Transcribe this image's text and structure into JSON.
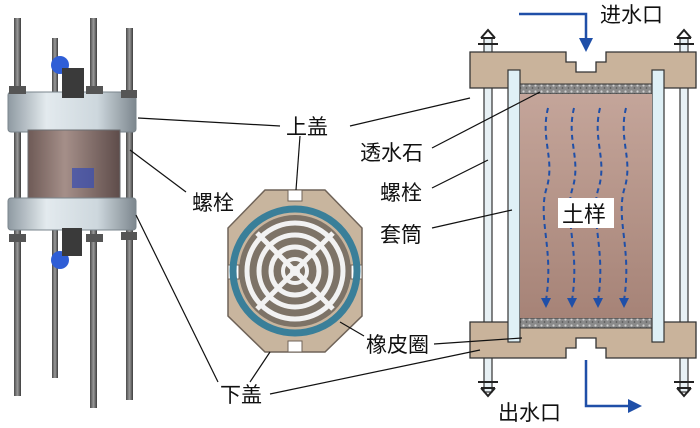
{
  "labels": {
    "top_cover": "上盖",
    "bottom_cover": "下盖",
    "bolt_left": "螺栓",
    "bolt_right": "螺栓",
    "porous_stone": "透水石",
    "sleeve": "套筒",
    "soil_sample": "土样",
    "rubber_ring": "橡皮圈",
    "water_inlet": "进水口",
    "water_outlet": "出水口"
  },
  "colors": {
    "flow_arrow": "#1f4fa8",
    "soil": "#b89688",
    "cover": "#c9b39b",
    "porous_stone": "#8e8e8e",
    "sleeve": "#dff0f6",
    "rubber_ring": "#3a7f99",
    "acrylic": "#c8d4dc"
  },
  "icons": {
    "left": "permeameter-photo",
    "middle": "cover-plate-top-view",
    "right": "permeameter-cross-section"
  }
}
